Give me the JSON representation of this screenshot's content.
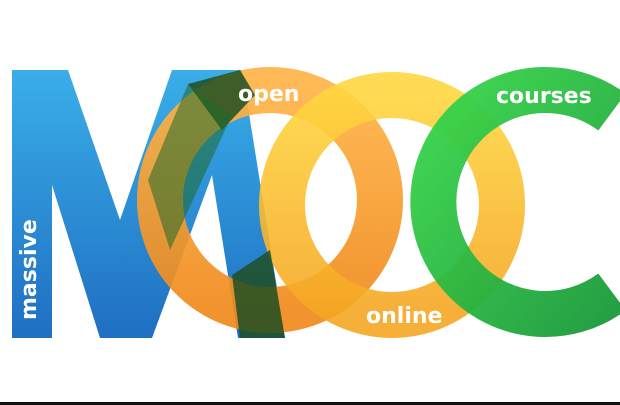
{
  "logo": {
    "letters": "MOOC",
    "words": {
      "massive": "massive",
      "open": "open",
      "online": "online",
      "courses": "courses"
    },
    "colors": {
      "m_blue_top": "#3aaee8",
      "m_blue_bottom": "#1f6fc2",
      "o_orange_top": "#ffb347",
      "o_orange_bottom": "#f08a1c",
      "o_yellow_top": "#ffd640",
      "o_yellow_bottom": "#f5a623",
      "c_green_top": "#38d64a",
      "c_green_bottom": "#1a9a3a",
      "overlap_dark_green": "#1f4f22",
      "overlap_red": "#e8442a",
      "text": "#ffffff"
    }
  }
}
